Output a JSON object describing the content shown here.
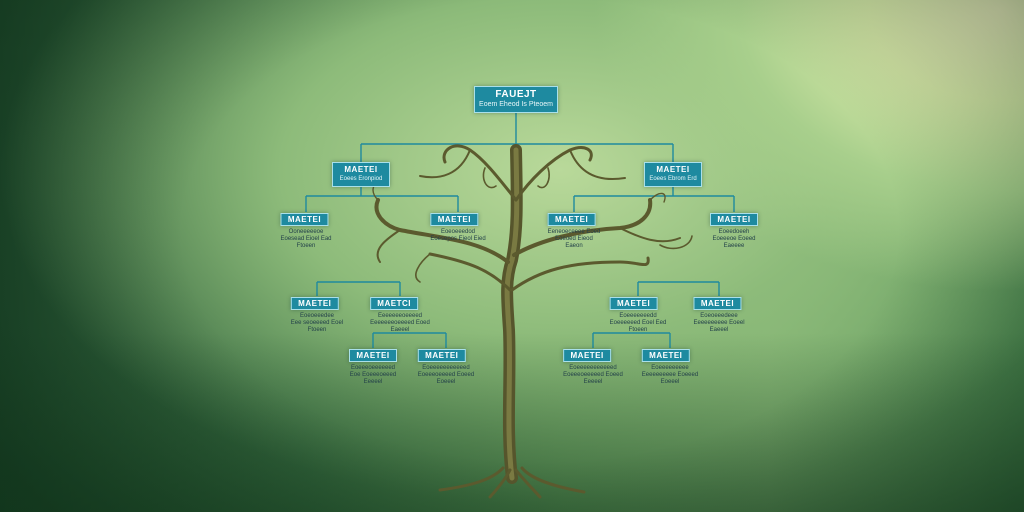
{
  "colors": {
    "box_fill": "#1e8aa0",
    "box_border": "#a9e0ea",
    "connector": "#1f8a9e",
    "trunk": "#5b5a2e"
  },
  "root": {
    "title": "FAUEJT",
    "subtitle": "Eoem Eheod Is Pteoem"
  },
  "level1": [
    {
      "title": "MAETEI",
      "subtitle": "Eoees Eronpiod"
    },
    {
      "title": "MAETEI",
      "subtitle": "Eoees Ebrom Erd"
    }
  ],
  "level2": [
    {
      "title": "MAETEI",
      "lines": [
        "Ooneeeeeoe",
        "Eoesead Eioel Ead",
        "Ftoeen"
      ]
    },
    {
      "title": "MAETEI",
      "lines": [
        "Eoeoeeedod",
        "Eoesepos Eieol Eied"
      ]
    },
    {
      "title": "MAETEI",
      "lines": [
        "Eeneoeceeee Eoed",
        "Eoeoed Eieod",
        "Eaeon"
      ]
    },
    {
      "title": "MAETEI",
      "lines": [
        "Eoeedoeeh",
        "Eoeeeoe Eoeed",
        "Eaeeee"
      ]
    }
  ],
  "level3": [
    {
      "title": "MAETEI",
      "lines": [
        "Eoeoeeedee",
        "Eee seoeeeed Eoel",
        "Ftoeen"
      ]
    },
    {
      "title": "MAETCI",
      "lines": [
        "Eeeeeeeoeeeed",
        "Eeeeeeeoeeeed Eoed",
        "Eaeeel"
      ]
    },
    {
      "title": "MAETEI",
      "lines": [
        "Eoeeeeeeedd",
        "Eoeeeeeed Eoel Eed",
        "Ftoeen"
      ]
    },
    {
      "title": "MAETEI",
      "lines": [
        "Eoeoeeedeee",
        "Eeeeeeeeee Eoeel",
        "Eaeeel"
      ]
    }
  ],
  "level4": [
    {
      "title": "MAETEI",
      "lines": [
        "Eoeeeoeeeeeed",
        "Eoe Eoeeeoeeed",
        "Eeeeel"
      ]
    },
    {
      "title": "MAETEI",
      "lines": [
        "Eoeeeeeeeeeeed",
        "Eoeeeoeeeed Eoeed",
        "Eoeeel"
      ]
    },
    {
      "title": "MAETEI",
      "lines": [
        "Eoeeeeeeeeeeed",
        "Eoeeeoeeeeed Eoeed",
        "Eeeeel"
      ]
    },
    {
      "title": "MAETEI",
      "lines": [
        "Eoeeeeeeeee",
        "Eeeeeeeeee Eoeeed",
        "Eoeeel"
      ]
    }
  ]
}
